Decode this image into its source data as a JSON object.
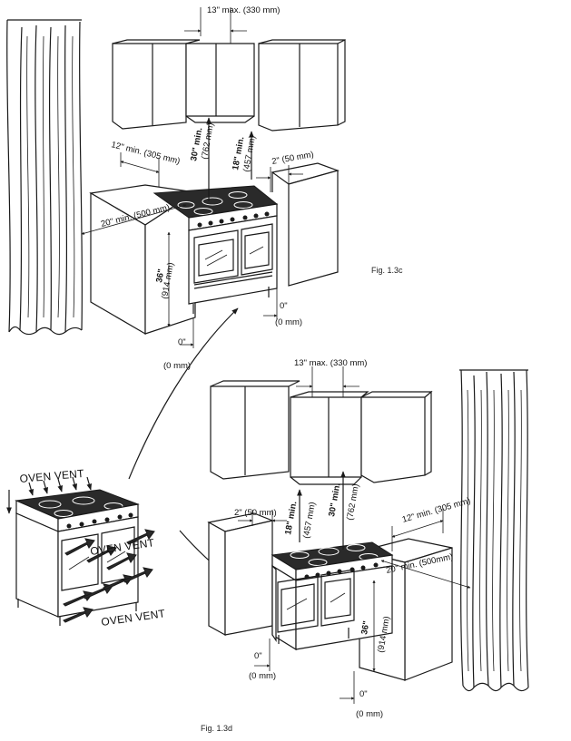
{
  "fig_c": {
    "caption": "Fig. 1.3c",
    "max_side_gap": "13\" max. (330 mm)",
    "side_clearance_top": "12\" min. (305 mm)",
    "side_clearance_wall": "20\" min. (500 mm)",
    "hood_height": "30\" min.",
    "hood_height_mm": "(762 mm)",
    "cabinet_height": "18\" min.",
    "cabinet_height_mm": "(457 mm)",
    "counter_gap": "2\" (50 mm)",
    "counter_height": "36\"",
    "counter_height_mm": "(914 mm)",
    "zero_right": "0\"",
    "zero_right_mm": "(0 mm)",
    "zero_left": "0\"",
    "zero_left_mm": "(0 mm)"
  },
  "fig_d": {
    "caption": "Fig. 1.3d",
    "max_side_gap": "13\" max. (330 mm)",
    "counter_gap": "2\" (50 mm)",
    "cabinet_height": "18\" min.",
    "cabinet_height_mm": "(457 mm)",
    "hood_height": "30\" min.",
    "hood_height_mm": "(762 mm)",
    "side_clearance_top": "12\" min. (305 mm)",
    "side_clearance_wall": "20\" min. (500mm)",
    "counter_height": "36\"",
    "counter_height_mm": "(914 mm)",
    "zero_left": "0\"",
    "zero_left_mm": "(0 mm)",
    "zero_right": "0\"",
    "zero_right_mm": "(0 mm)"
  },
  "vent": {
    "label_top": "OVEN VENT",
    "label_mid": "OVEN VENT",
    "label_bottom": "OVEN VENT"
  }
}
